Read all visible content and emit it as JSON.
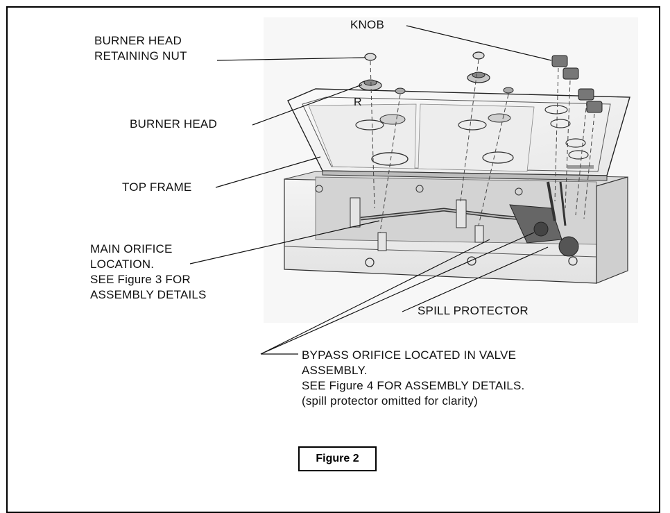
{
  "labels": {
    "knob": "KNOB",
    "burner_head_retaining_nut": [
      "BURNER HEAD",
      "RETAINING NUT"
    ],
    "burner_head": "BURNER HEAD",
    "burner_mark": "R",
    "top_frame": "TOP FRAME",
    "main_orifice": [
      "MAIN ORIFICE",
      "LOCATION.",
      "SEE Figure 3 FOR",
      "ASSEMBLY DETAILS"
    ],
    "spill_protector": "SPILL PROTECTOR",
    "bypass_orifice": [
      "BYPASS ORIFICE LOCATED IN VALVE",
      "ASSEMBLY.",
      "SEE Figure 4 FOR ASSEMBLY DETAILS.",
      "(spill protector omitted for clarity)"
    ]
  },
  "figure_caption": "Figure 2",
  "colors": {
    "line": "#111111",
    "panel": "#f2f2f2",
    "border": "#000000"
  }
}
